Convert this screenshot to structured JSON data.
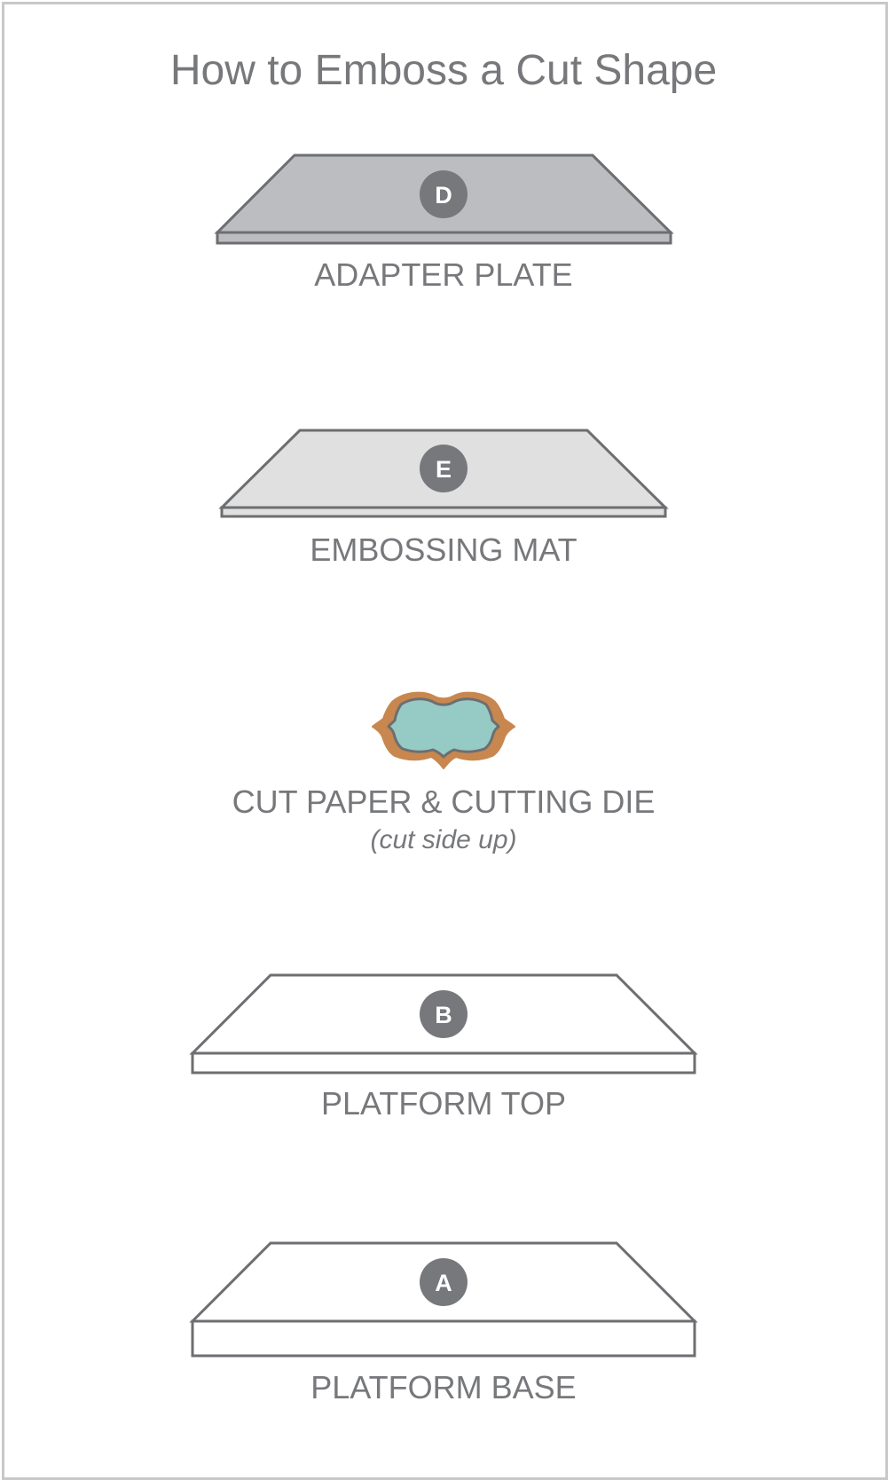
{
  "title": "How to Emboss a Cut Shape",
  "colors": {
    "text": "#77787b",
    "outline": "#6d6e71",
    "badge": "#77787b",
    "badge_text": "#ffffff",
    "adapter_plate_fill": "#bcbdc0",
    "embossing_mat_fill": "#e0e0e0",
    "platform_fill": "#ffffff",
    "die_frame": "#c8874e",
    "cut_paper": "#96cbc5"
  },
  "layers": [
    {
      "key": "adapter_plate",
      "badge": "D",
      "label": "ADAPTER PLATE"
    },
    {
      "key": "embossing_mat",
      "badge": "E",
      "label": "EMBOSSING MAT"
    },
    {
      "key": "cut_paper_die",
      "label": "CUT PAPER & CUTTING DIE",
      "note": "(cut side up)"
    },
    {
      "key": "platform_top",
      "badge": "B",
      "label": "PLATFORM TOP"
    },
    {
      "key": "platform_base",
      "badge": "A",
      "label": "PLATFORM BASE"
    }
  ]
}
